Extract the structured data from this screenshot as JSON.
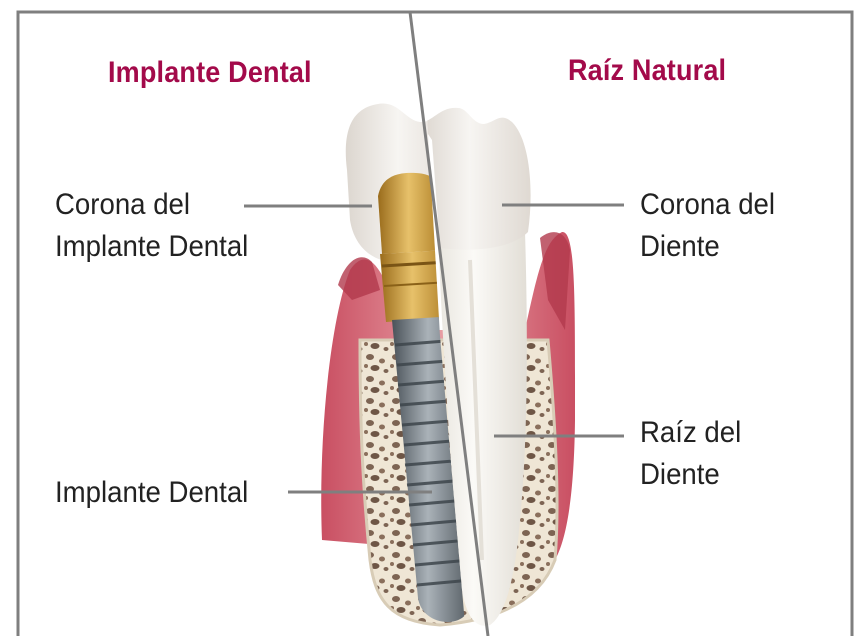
{
  "colors": {
    "title": "#a30a4a",
    "border": "#7f7f7f",
    "leader": "#7f7f7f",
    "gum": "#d9707d",
    "gum_dark": "#b23a4c",
    "bone": "#efe6d5",
    "bone_pore": "#7d6453",
    "enamel": "#f1eeea",
    "root": "#f6f5f1",
    "gold": "#c8952e",
    "implant": "#6f7880"
  },
  "panels": {
    "left": {
      "title": "Implante Dental"
    },
    "right": {
      "title": "Raíz Natural"
    }
  },
  "labels": {
    "implant_crown": {
      "line1": "Corona del",
      "line2": "Implante Dental"
    },
    "implant": {
      "line1": "Implante Dental"
    },
    "tooth_crown": {
      "line1": "Corona del",
      "line2": "Diente"
    },
    "tooth_root": {
      "line1": "Raíz del",
      "line2": "Diente"
    }
  }
}
